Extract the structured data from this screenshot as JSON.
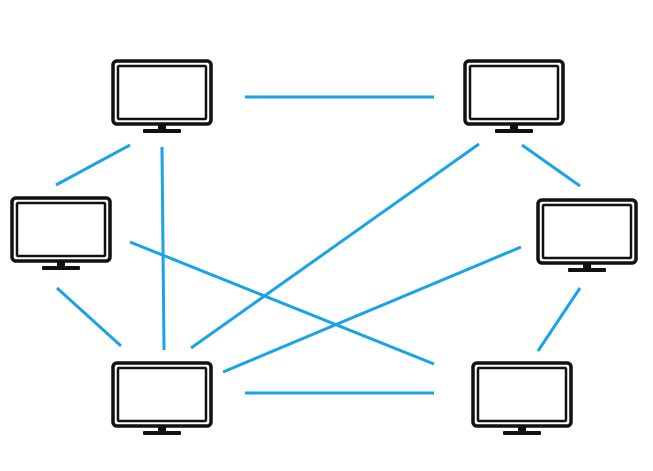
{
  "diagram": {
    "type": "mesh-network",
    "colors": {
      "link": "#1aa3e6",
      "monitor_outline": "#111111",
      "background": "#ffffff"
    },
    "nodes": [
      {
        "id": "top-left",
        "kind": "monitor-icon"
      },
      {
        "id": "top-right",
        "kind": "monitor-icon"
      },
      {
        "id": "mid-left",
        "kind": "monitor-icon"
      },
      {
        "id": "mid-right",
        "kind": "monitor-icon"
      },
      {
        "id": "bottom-left",
        "kind": "monitor-icon"
      },
      {
        "id": "bottom-right",
        "kind": "monitor-icon"
      }
    ],
    "links": [
      {
        "from": "top-left",
        "to": "top-right"
      },
      {
        "from": "top-left",
        "to": "mid-left"
      },
      {
        "from": "top-left",
        "to": "bottom-left"
      },
      {
        "from": "top-right",
        "to": "mid-right"
      },
      {
        "from": "top-right",
        "to": "bottom-left"
      },
      {
        "from": "mid-left",
        "to": "bottom-left"
      },
      {
        "from": "mid-left",
        "to": "bottom-right"
      },
      {
        "from": "mid-right",
        "to": "bottom-left"
      },
      {
        "from": "mid-right",
        "to": "bottom-right"
      },
      {
        "from": "bottom-left",
        "to": "bottom-right"
      }
    ]
  }
}
